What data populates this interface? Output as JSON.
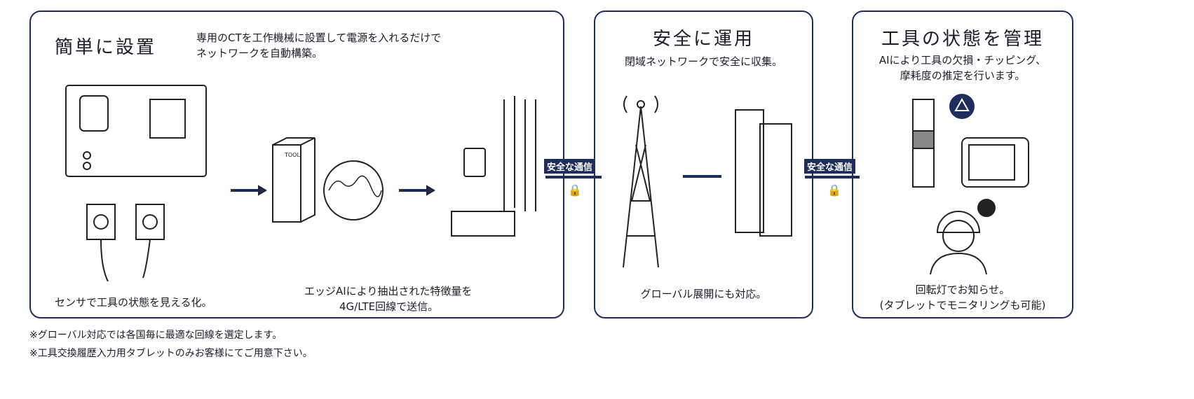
{
  "panel1": {
    "title": "簡単に設置",
    "desc": [
      "専用のCTを工作機械に設置して電源を入れるだけで",
      "ネットワークを自動構築。"
    ],
    "caption_left": "センサで工具の状態を見える化。",
    "caption_right": [
      "エッジAIにより抽出された特徴量を",
      "4G/LTE回線で送信。"
    ],
    "device_logo": "TOOL"
  },
  "link1": {
    "label": "安全な通信",
    "icon": "lock-icon"
  },
  "panel2": {
    "title": "安全に運用",
    "desc": "閉域ネットワークで安全に収集。",
    "caption": "グローバル展開にも対応。"
  },
  "link2": {
    "label": "安全な通信",
    "icon": "lock-icon"
  },
  "panel3": {
    "title": "工具の状態を管理",
    "desc": [
      "AIにより工具の欠損・チッピング、",
      "摩耗度の推定を行います。"
    ],
    "caption": [
      "回転灯でお知らせ。",
      "(タブレットでモニタリングも可能)"
    ]
  },
  "notes": [
    "※グローバル対応では各国毎に最適な回線を選定します。",
    "※工具交換履歴入力用タブレットのみお客様にてご用意下さい。"
  ],
  "colors": {
    "accent": "#1f2d5c"
  }
}
